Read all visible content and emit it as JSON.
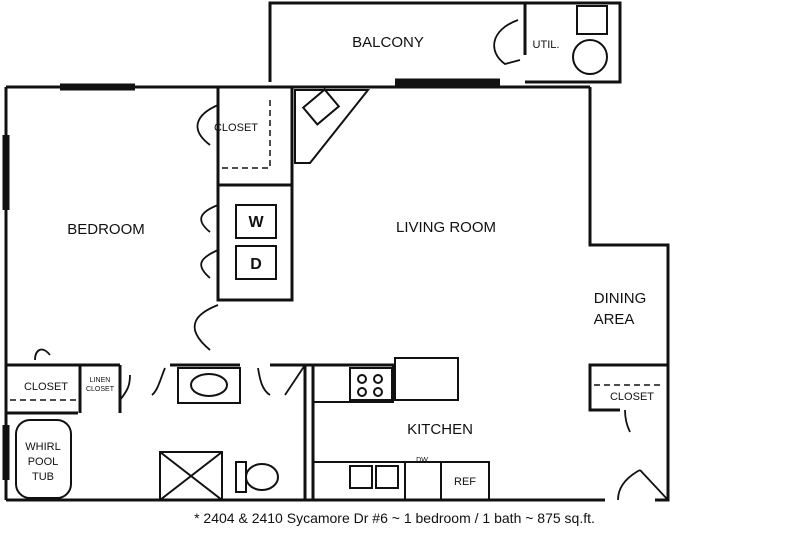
{
  "rooms": {
    "balcony": "BALCONY",
    "util": "UTIL.",
    "closet_top": "CLOSET",
    "bedroom": "BEDROOM",
    "living_room": "LIVING ROOM",
    "dining_area_line1": "DINING",
    "dining_area_line2": "AREA",
    "closet_left": "CLOSET",
    "linen_closet_line1": "LINEN",
    "linen_closet_line2": "CLOSET",
    "closet_right": "CLOSET",
    "kitchen": "KITCHEN",
    "tub_line1": "WHIRL",
    "tub_line2": "POOL",
    "tub_line3": "TUB"
  },
  "appliances": {
    "washer": "W",
    "dryer": "D",
    "dishwasher": "DW",
    "refrigerator": "REF"
  },
  "caption": "* 2404 & 2410 Sycamore Dr #6 ~ 1 bedroom / 1 bath ~ 875 sq.ft."
}
